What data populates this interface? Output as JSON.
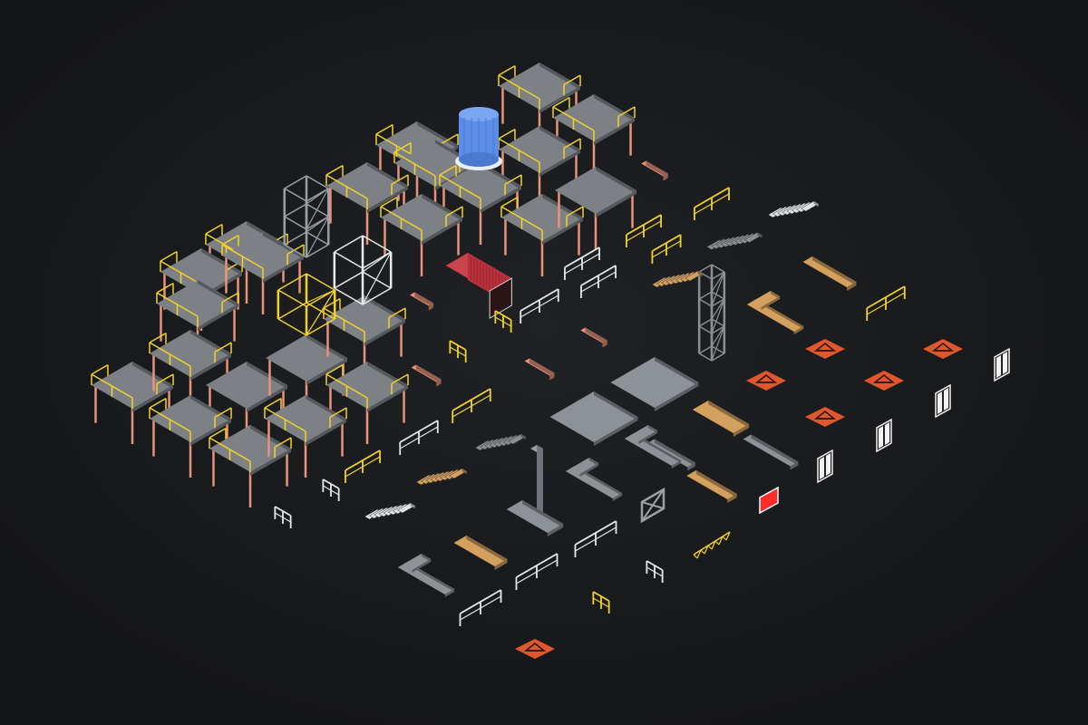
{
  "scene": {
    "background": "#161719",
    "background_glow": "#1f2124",
    "colors": {
      "platform_top": "#7d8185",
      "platform_side": "#55595d",
      "legs": "#e8937a",
      "railing_yellow": "#f2d22a",
      "railing_white": "#e6e8ea",
      "tank": "#5b8ee8",
      "container": "#b8313c",
      "slab_grey": "#8d9297",
      "slab_wood": "#d3a05e",
      "sign_orange": "#e0562d",
      "door_white": "#f2f2f2",
      "panel_red": "#ff2a2a",
      "steel": "#8a8f94"
    },
    "assets": [
      "platform",
      "water-tank",
      "shipping-container",
      "truss-tower",
      "scaffold",
      "stairs",
      "railing",
      "slab",
      "l-slab",
      "warning-sign",
      "door",
      "red-panel",
      "beam",
      "post",
      "x-frame"
    ]
  }
}
